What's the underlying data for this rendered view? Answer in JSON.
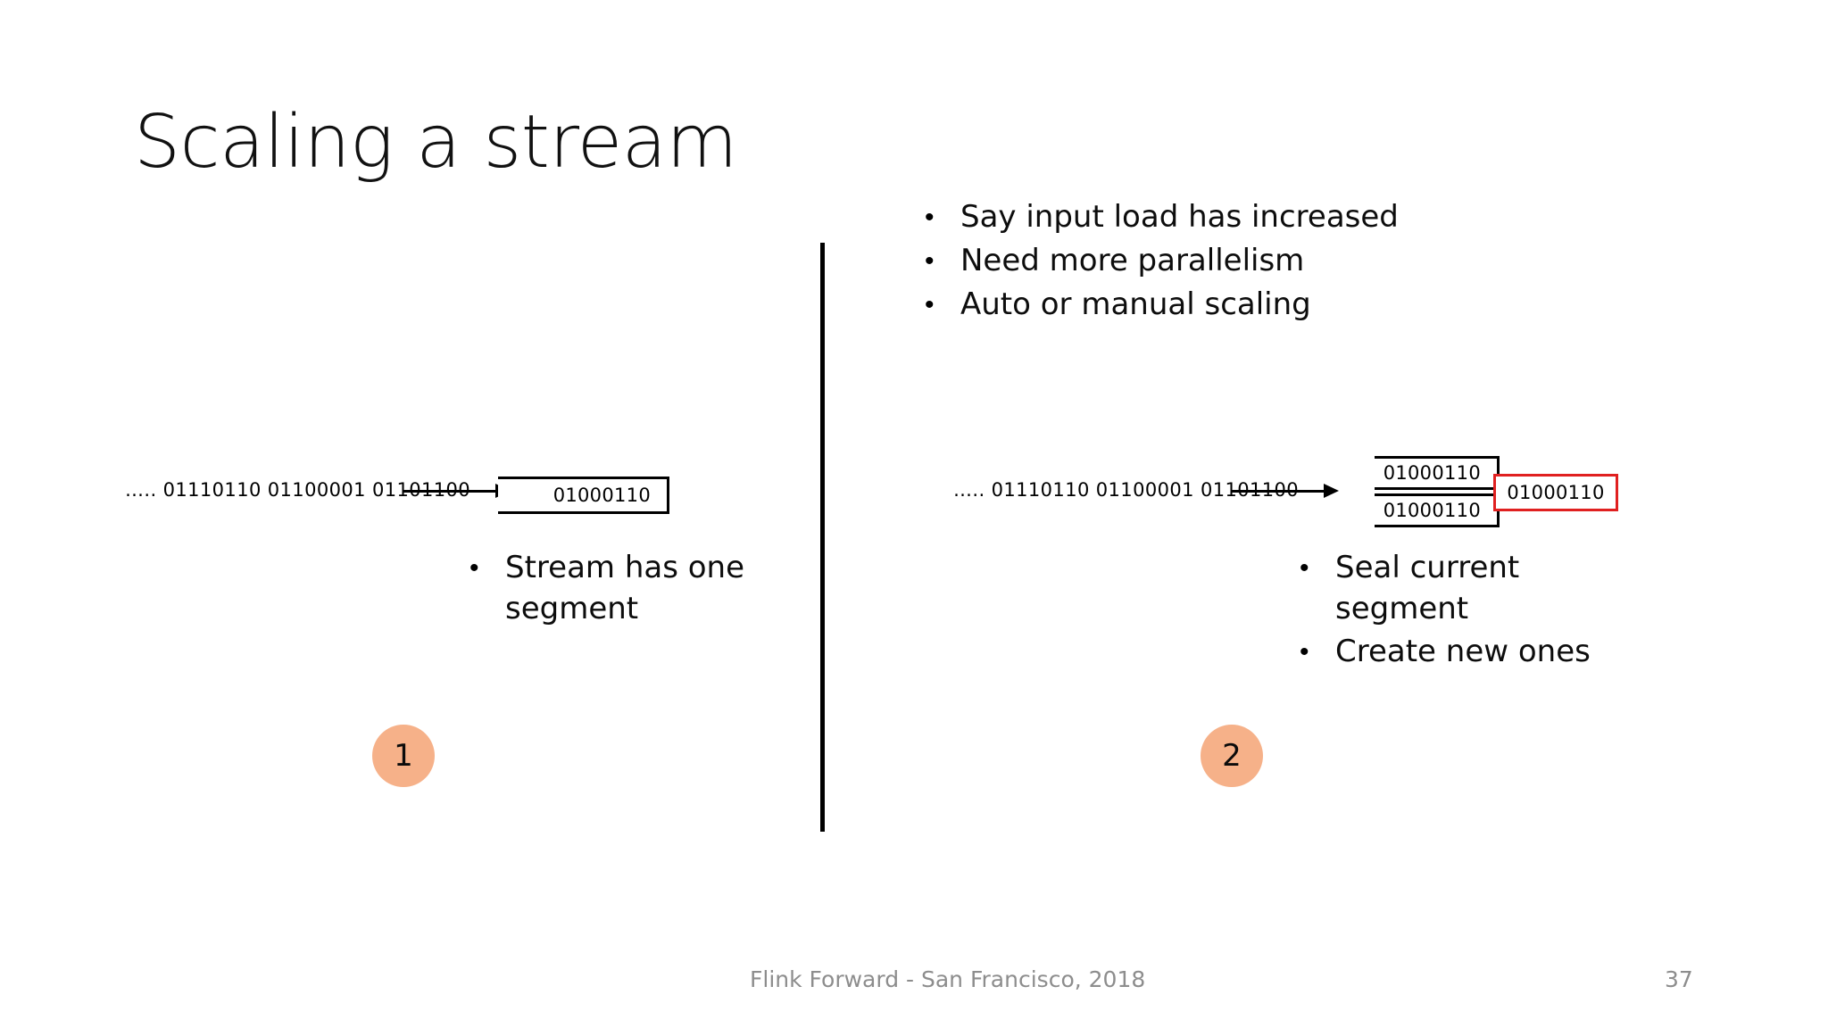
{
  "slide": {
    "title": "Scaling a stream",
    "footer": "Flink Forward - San Francisco, 2018",
    "page_number": "37",
    "accent_circle_color": "#f6b189",
    "highlight_box_color": "#e02020"
  },
  "top_bullets": {
    "items": [
      {
        "bullet": "•",
        "text": "Say input load has increased"
      },
      {
        "bullet": "•",
        "text": "Need more parallelism"
      },
      {
        "bullet": "•",
        "text": "Auto or manual scaling"
      }
    ]
  },
  "panel_left": {
    "step_number": "1",
    "stream_label": "….. 01110110  01100001  01101100",
    "segment_value": "01000110",
    "bullets": [
      {
        "bullet": "•",
        "text": "Stream has one segment"
      }
    ]
  },
  "panel_right": {
    "step_number": "2",
    "stream_label": "….. 01110110  01100001  01101100",
    "segment_top_value": "01000110",
    "segment_bottom_value": "01000110",
    "segment_new_value": "01000110",
    "bullets": [
      {
        "bullet": "•",
        "text": "Seal current segment"
      },
      {
        "bullet": "•",
        "text": "Create new ones"
      }
    ]
  }
}
